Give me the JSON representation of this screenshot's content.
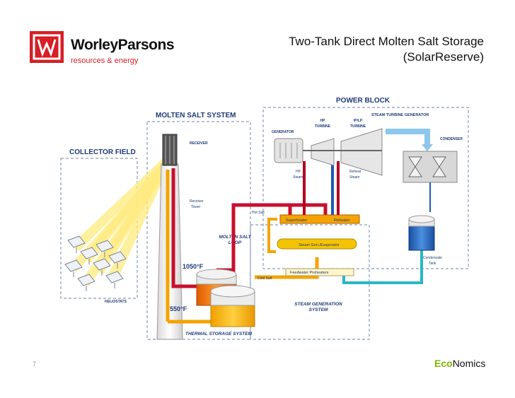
{
  "header": {
    "brand": "WorleyParsons",
    "tagline": "resources & energy",
    "title_line1": "Two-Tank Direct Molten Salt Storage",
    "title_line2": "(SolarReserve)"
  },
  "footer": {
    "page_number": "7",
    "eco_prefix": "Eco",
    "eco_suffix": "Nomics"
  },
  "diagram": {
    "sections": {
      "power_block": "POWER BLOCK",
      "molten_salt_system": "MOLTEN SALT SYSTEM",
      "collector_field": "COLLECTOR FIELD",
      "steam_turbine_generator": "STEAM TURBINE GENERATOR",
      "thermal_storage_system": "THERMAL STORAGE SYSTEM",
      "steam_generation_line1": "STEAM GENERATION",
      "steam_generation_line2": "SYSTEM",
      "molten_salt_loop_line1": "MOLTEN SALT",
      "molten_salt_loop_line2": "LOOP"
    },
    "components": {
      "generator": "GENERATOR",
      "hp_turbine_line1": "HP",
      "hp_turbine_line2": "TURBINE",
      "iplp_turbine_line1": "IP/LP",
      "iplp_turbine_line2": "TURBINE",
      "condenser": "CONDENSER",
      "receiver": "RECEIVER",
      "receiver_tower_line1": "Receiver",
      "receiver_tower_line2": "Tower",
      "hot_salt": "Hot Salt",
      "cold_salt": "Cold Salt",
      "superheater": "Superheater",
      "reheater": "Reheater",
      "steam_gen": "Steam Gen./Evaporator",
      "feedwater": "Feedwater Preheaters",
      "hp_steam_line1": "HP",
      "hp_steam_line2": "Steam",
      "reheat_steam_line1": "Reheat",
      "reheat_steam_line2": "Steam",
      "condensate_line1": "Condensate",
      "condensate_line2": "Tank",
      "heliostats": "HELIOSTATS",
      "temp_hot": "1050°F",
      "temp_cold": "550°F"
    },
    "colors": {
      "hot": "#c8102e",
      "cold": "#f5a300",
      "steam_hot": "#b4001e",
      "water": "#1f5ab4",
      "cyan": "#29b6c8",
      "brand_red": "#d61f26",
      "eco_green": "#7ab800"
    }
  }
}
